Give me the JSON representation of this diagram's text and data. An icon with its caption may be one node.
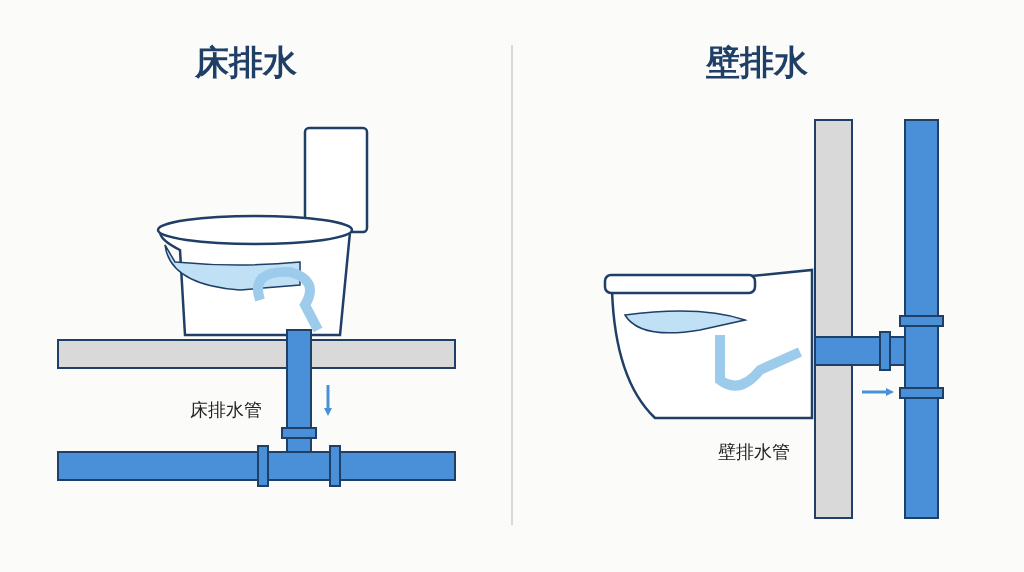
{
  "diagram": {
    "labels": [
      "床排水",
      "壁排水",
      "床排水管",
      "壁排水管"
    ]
  }
}
